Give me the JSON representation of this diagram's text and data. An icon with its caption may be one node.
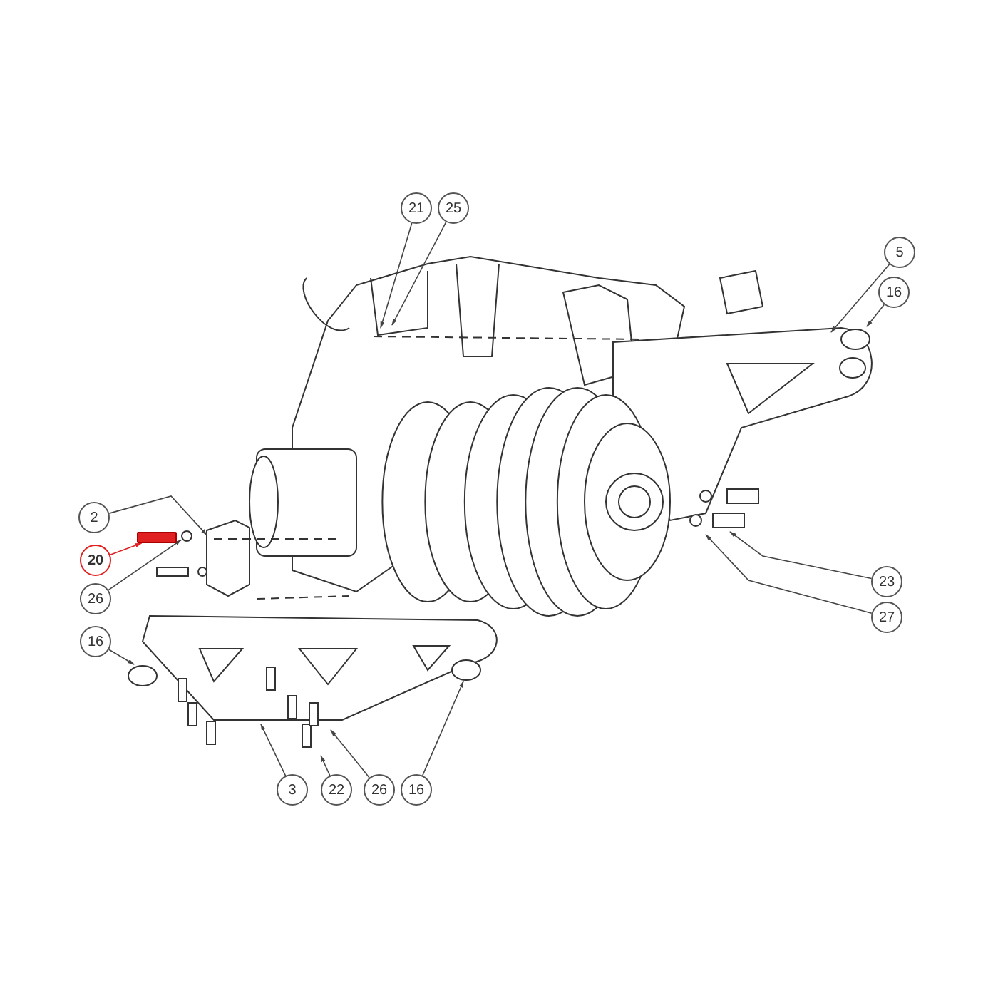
{
  "diagram": {
    "nodes": [
      {
        "text": [
          "21"
        ]
      },
      {
        "text": [
          "25"
        ]
      },
      {
        "text": [
          "5"
        ]
      },
      {
        "text": [
          "16"
        ]
      },
      {
        "text": [
          "2"
        ]
      },
      {
        "text": [
          "20"
        ]
      },
      {
        "text": [
          "26"
        ]
      },
      {
        "text": [
          "16"
        ]
      },
      {
        "text": [
          "23"
        ]
      },
      {
        "text": [
          "27"
        ]
      },
      {
        "text": [
          "3"
        ]
      },
      {
        "text": [
          "22"
        ]
      },
      {
        "text": [
          "26"
        ]
      },
      {
        "text": [
          "16"
        ]
      },
      {
        "text": [],
        "shape": "bar"
      },
      {
        "text": [],
        "shape": "circle"
      },
      {
        "text": [],
        "shape": "box"
      }
    ],
    "edges": [
      {
        "from": 0,
        "to": null,
        "arrow": "to"
      },
      {
        "from": 1,
        "to": null,
        "arrow": "to"
      },
      {
        "from": 2,
        "to": null,
        "arrow": "to"
      },
      {
        "from": 3,
        "to": null,
        "arrow": "to"
      },
      {
        "from": 4,
        "to": 16,
        "arrow": "to"
      },
      {
        "from": 5,
        "to": 14,
        "arrow": "to",
        "color": "#e02020"
      },
      {
        "from": 6,
        "to": 15,
        "arrow": "to"
      },
      {
        "from": 7,
        "to": null,
        "arrow": "to"
      },
      {
        "from": 8,
        "to": null,
        "arrow": "to"
      },
      {
        "from": 9,
        "to": null,
        "arrow": "to"
      },
      {
        "from": 10,
        "to": null,
        "arrow": "to"
      },
      {
        "from": 11,
        "to": null,
        "arrow": "to"
      },
      {
        "from": 12,
        "to": null,
        "arrow": "to"
      },
      {
        "from": 13,
        "to": null,
        "arrow": "to"
      }
    ]
  }
}
